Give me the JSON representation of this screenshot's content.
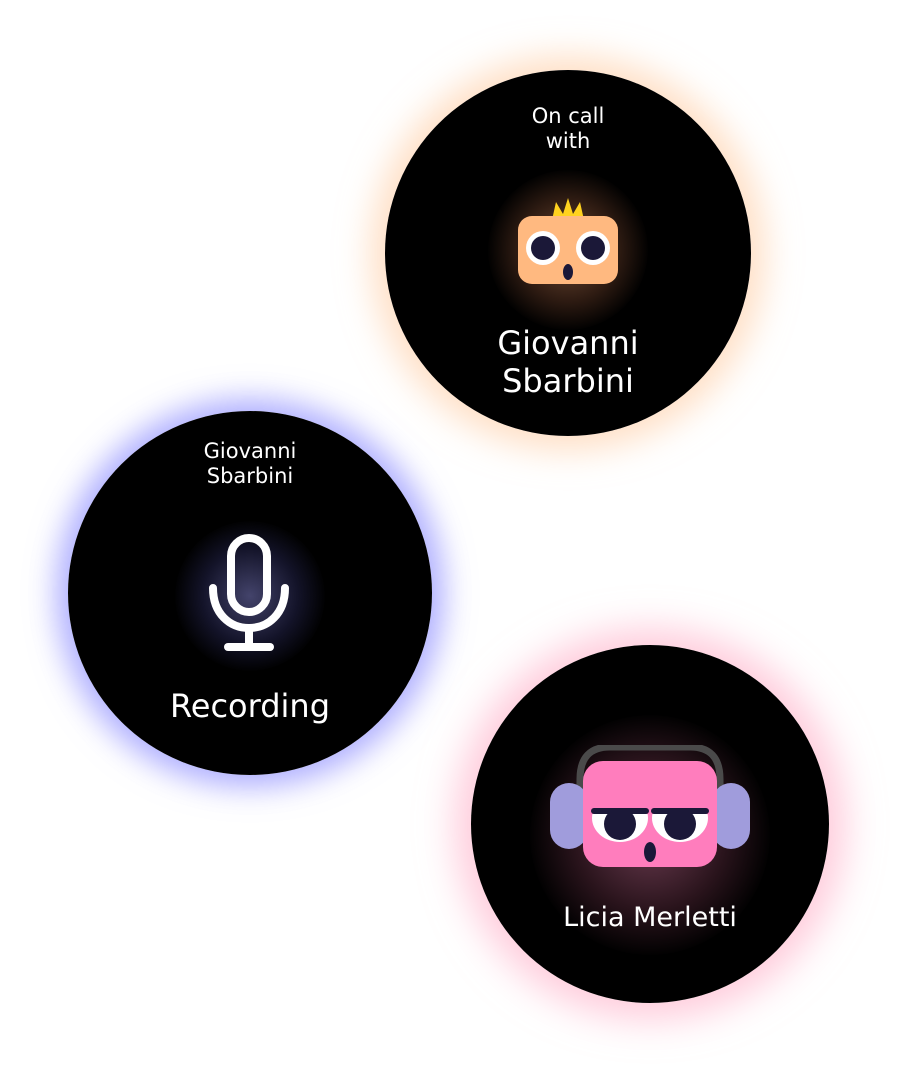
{
  "call_screen": {
    "status_label": "On call\nwith",
    "contact_name": "Giovanni\nSbarbini",
    "avatar_icon": "owl-crown-avatar-icon",
    "glow_color": "#ffc496"
  },
  "recording_screen": {
    "contact_name": "Giovanni\nSbarbini",
    "status_label": "Recording",
    "icon": "microphone-icon",
    "glow_color": "#7878ff"
  },
  "music_screen": {
    "contact_name": "Licia Merletti",
    "avatar_icon": "owl-headphones-avatar-icon",
    "glow_color": "#ffa0be"
  }
}
